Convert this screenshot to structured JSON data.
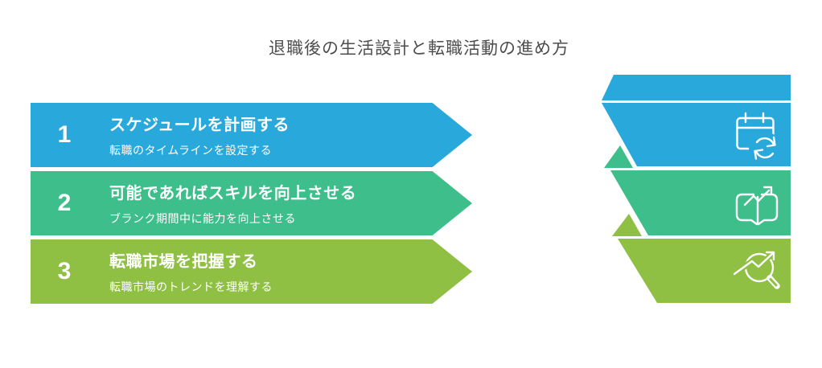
{
  "title": "退職後の生活設計と転職活動の進め方",
  "colors": {
    "blue": "#29A8DC",
    "green": "#3DBE8B",
    "olive": "#8FC044",
    "title_text": "#4D4D4D",
    "background": "#FFFFFF",
    "icon_stroke": "#FFFFFF"
  },
  "steps": [
    {
      "number": "1",
      "title": "スケジュールを計画する",
      "subtitle": "転職のタイムラインを設定する",
      "color": "#29A8DC",
      "icon": "calendar-sync-icon"
    },
    {
      "number": "2",
      "title": "可能であればスキルを向上させる",
      "subtitle": "ブランク期間中に能力を向上させる",
      "color": "#3DBE8B",
      "icon": "book-growth-icon"
    },
    {
      "number": "3",
      "title": "転職市場を把握する",
      "subtitle": "転職市場のトレンドを理解する",
      "color": "#8FC044",
      "icon": "search-trend-icon"
    }
  ]
}
